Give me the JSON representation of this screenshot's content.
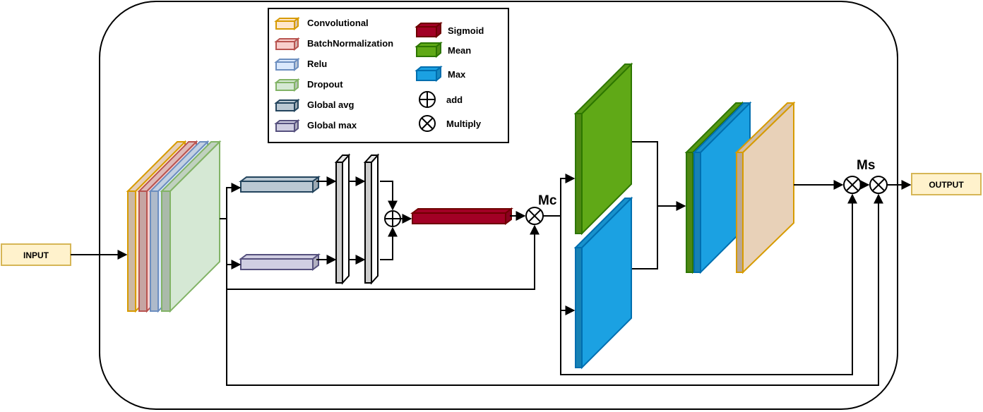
{
  "io": {
    "input_label": "INPUT",
    "output_label": "OUTPUT"
  },
  "mult_labels": {
    "mc": "Mc",
    "ms": "Ms"
  },
  "legend": {
    "left": [
      {
        "label": "Convolutional",
        "color": "#ffe6cc",
        "border": "#d79b00"
      },
      {
        "label": "BatchNormalization",
        "color": "#f8cecc",
        "border": "#b85450"
      },
      {
        "label": "Relu",
        "color": "#dae8fc",
        "border": "#6c8ebf"
      },
      {
        "label": "Dropout",
        "color": "#d5e8d4",
        "border": "#82b366"
      },
      {
        "label": "Global avg",
        "color": "#bac8d3",
        "border": "#23445d"
      },
      {
        "label": "Global max",
        "color": "#d0cee2",
        "border": "#56517e"
      }
    ],
    "right": [
      {
        "label": "Sigmoid",
        "color": "#a20025",
        "border": "#6f0000"
      },
      {
        "label": "Mean",
        "color": "#60a917",
        "border": "#2d7600"
      },
      {
        "label": "Max",
        "color": "#1ba1e2",
        "border": "#006eaf"
      },
      {
        "label": "add",
        "symbol": "add"
      },
      {
        "label": "Multiply",
        "symbol": "multiply"
      }
    ]
  },
  "colors": {
    "conv": "#ffe6cc",
    "conv_border": "#d79b00",
    "bn": "#f8cecc",
    "bn_border": "#b85450",
    "relu": "#dae8fc",
    "relu_border": "#6c8ebf",
    "dropout": "#d5e8d4",
    "dropout_border": "#82b366",
    "gap": "#bac8d3",
    "gap_border": "#23445d",
    "gmp": "#d0cee2",
    "gmp_border": "#56517e",
    "sigmoid": "#a20025",
    "sigmoid_border": "#6f0000",
    "mean": "#60a917",
    "mean_border": "#2d7600",
    "max": "#1ba1e2",
    "max_border": "#006eaf",
    "input_box": "#fff2cc",
    "input_border": "#d6b656",
    "final": "#e8d1b8"
  }
}
